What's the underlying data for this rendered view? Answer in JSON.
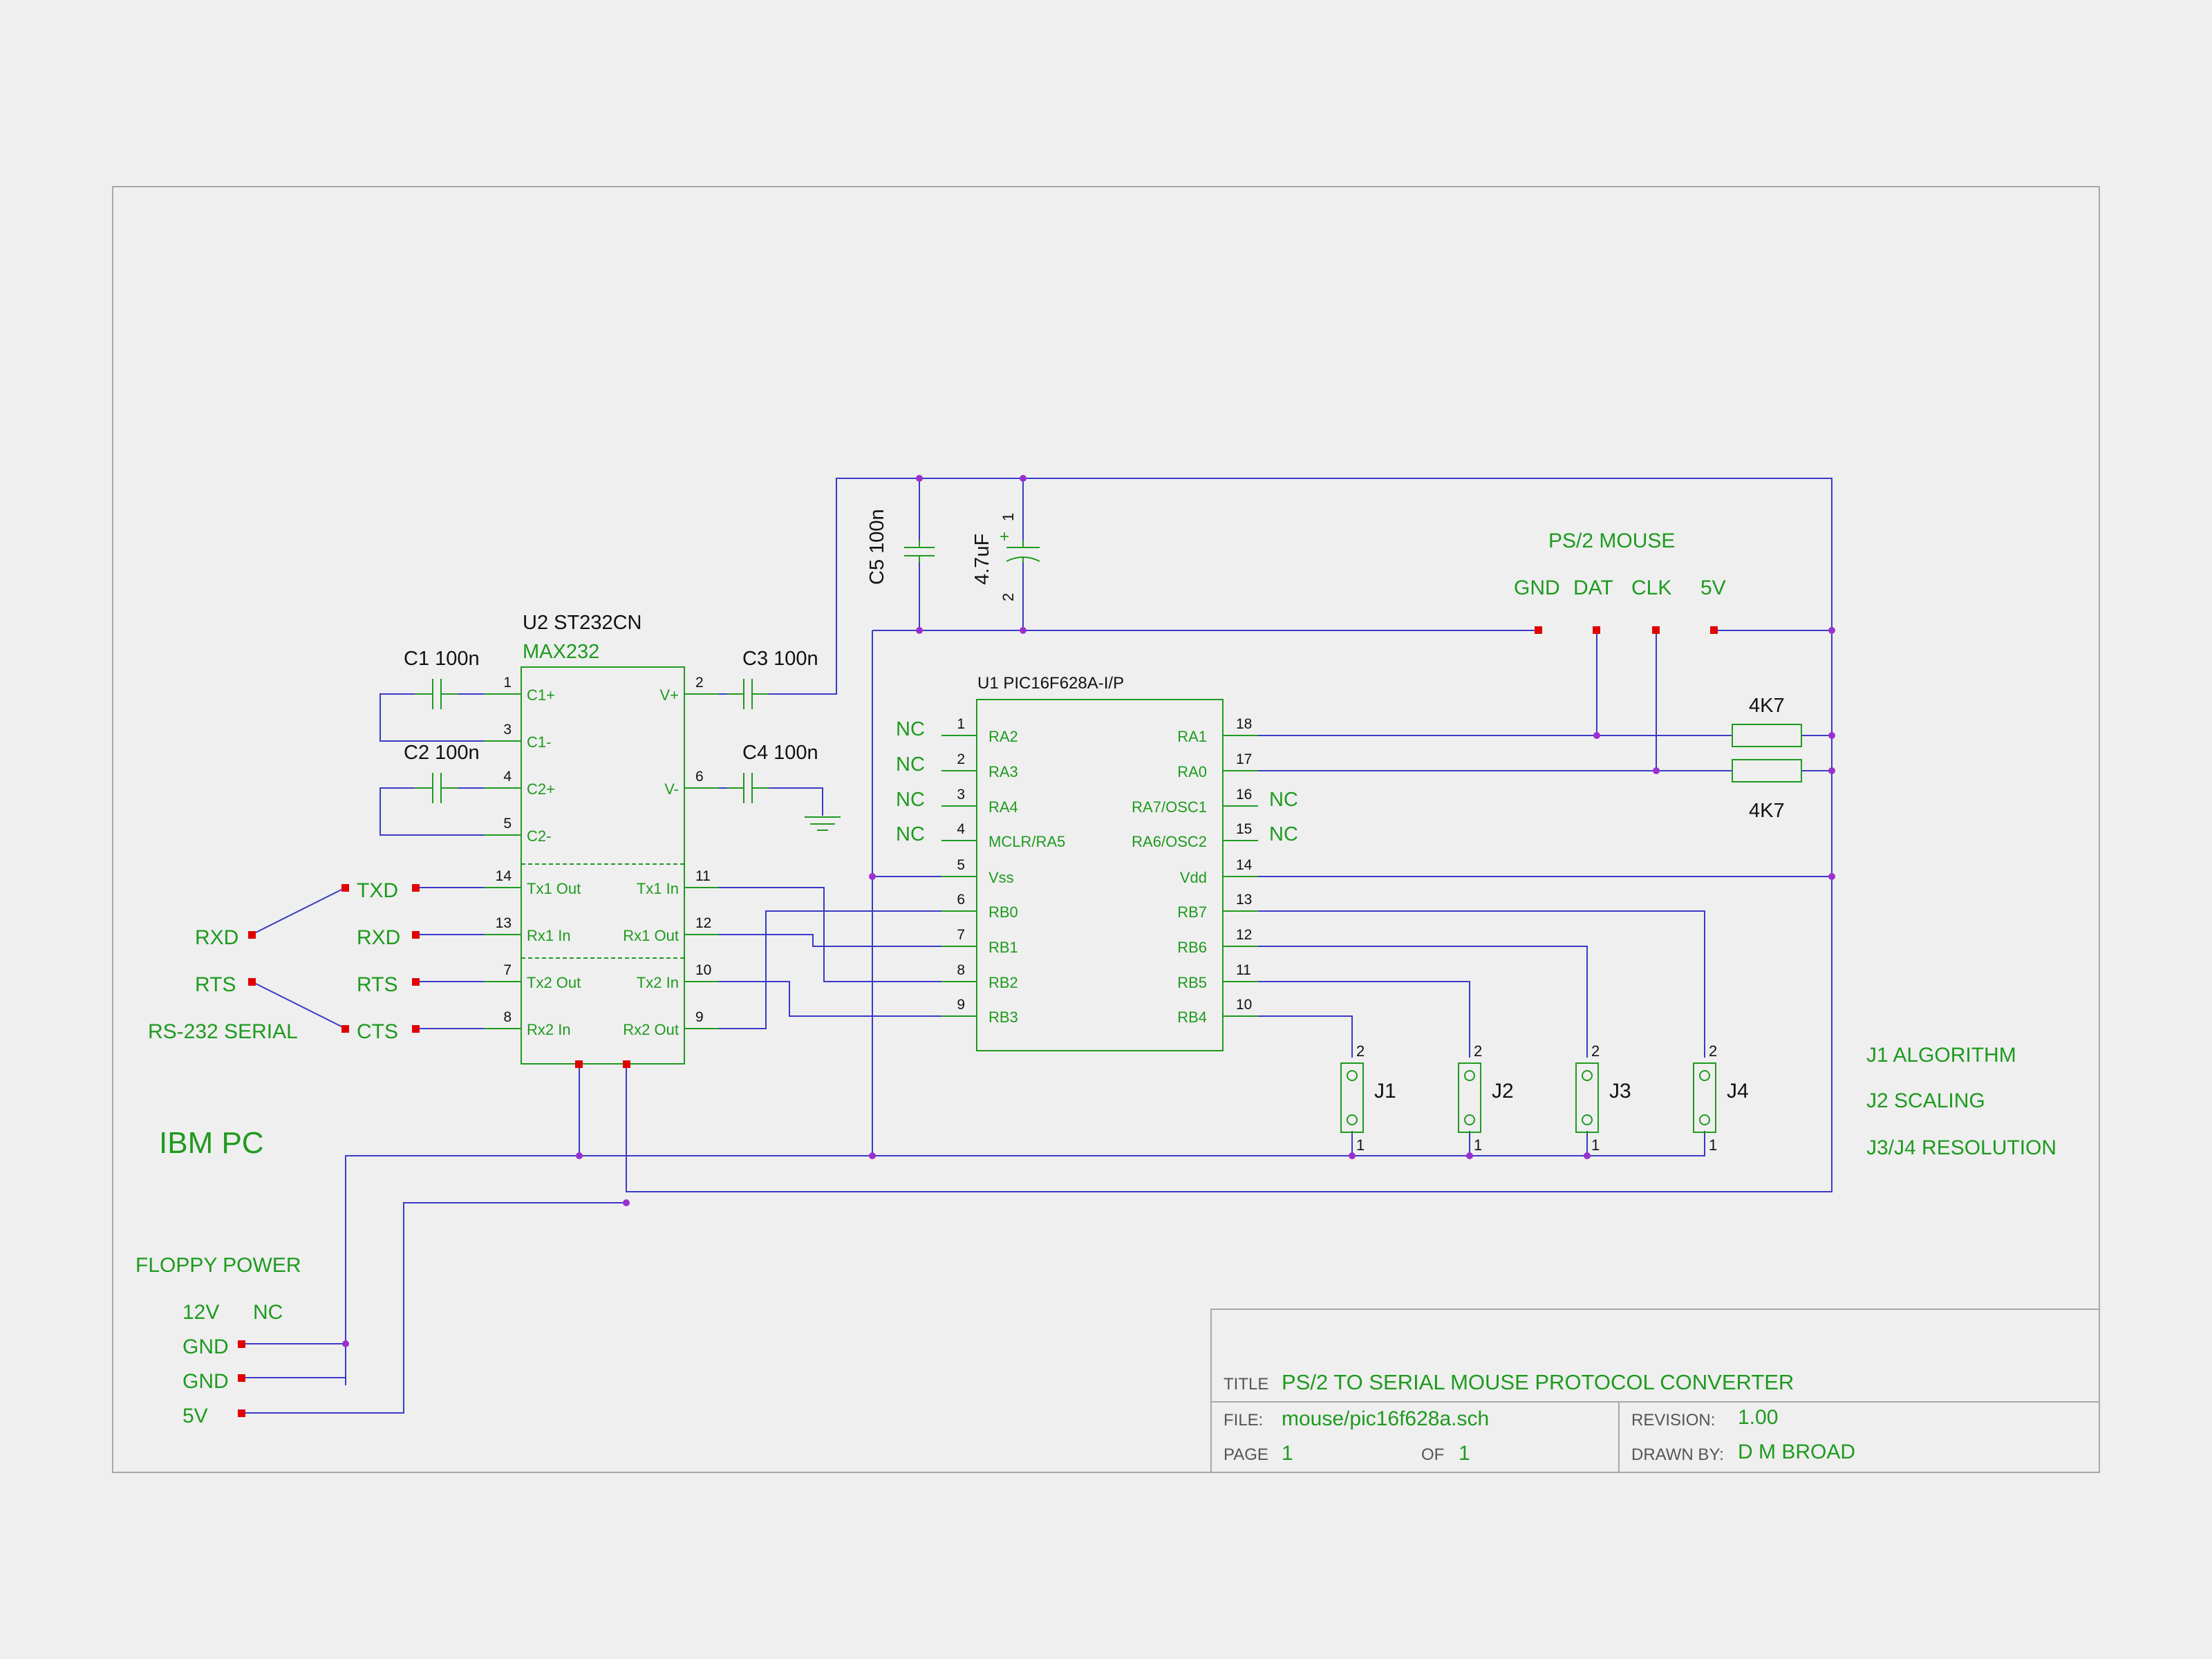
{
  "colors": {
    "background": "#efefef",
    "wire": "#3a3ac8",
    "component": "#1f9a1f",
    "text_green": "#1e9a1e",
    "text_black": "#111111",
    "pin_number": "#111111",
    "connector": "#e00000",
    "junction": "#9b30d0",
    "frame": "#a8a8a8"
  },
  "labels": {
    "u2_ref": "U2 ST232CN",
    "u2_value": "MAX232",
    "u1_ref": "U1 PIC16F628A-I/P",
    "c1": "C1 100n",
    "c2": "C2 100n",
    "c3": "C3 100n",
    "c4": "C4 100n",
    "c5": "C5 100n",
    "c6": "4.7uF",
    "r1": "4K7",
    "r2": "4K7",
    "ps2_title": "PS/2 MOUSE",
    "ps2_gnd": "GND",
    "ps2_dat": "DAT",
    "ps2_clk": "CLK",
    "ps2_5v": "5V",
    "serial_rxd_left": "RXD",
    "serial_rts_left": "RTS",
    "serial_txd": "TXD",
    "serial_rxd": "RXD",
    "serial_rts": "RTS",
    "serial_cts": "CTS",
    "serial_title": "RS-232 SERIAL",
    "ibm_pc": "IBM PC",
    "floppy_title": "FLOPPY POWER",
    "floppy_12v": "12V",
    "floppy_nc": "NC",
    "floppy_gnd1": "GND",
    "floppy_gnd2": "GND",
    "floppy_5v": "5V",
    "nc": "NC",
    "j1": "J1",
    "j2": "J2",
    "j3": "J3",
    "j4": "J4",
    "j_pin_top": "2",
    "j_pin_bottom": "1",
    "note_j1": "J1 ALGORITHM",
    "note_j2": "J2 SCALING",
    "note_j34": "J3/J4 RESOLUTION",
    "cap_plus": "+",
    "cap_pin1": "1",
    "cap_pin2": "2"
  },
  "u2_pins_left": [
    {
      "num": "1",
      "name": "C1+"
    },
    {
      "num": "3",
      "name": "C1-"
    },
    {
      "num": "4",
      "name": "C2+"
    },
    {
      "num": "5",
      "name": "C2-"
    },
    {
      "num": "14",
      "name": "Tx1 Out"
    },
    {
      "num": "13",
      "name": "Rx1 In"
    },
    {
      "num": "7",
      "name": "Tx2 Out"
    },
    {
      "num": "8",
      "name": "Rx2 In"
    }
  ],
  "u2_pins_right": [
    {
      "num": "2",
      "name": "V+"
    },
    {
      "num": "6",
      "name": "V-"
    },
    {
      "num": "11",
      "name": "Tx1 In"
    },
    {
      "num": "12",
      "name": "Rx1 Out"
    },
    {
      "num": "10",
      "name": "Tx2 In"
    },
    {
      "num": "9",
      "name": "Rx2 Out"
    }
  ],
  "u1_pins_left": [
    {
      "num": "1",
      "name": "RA2"
    },
    {
      "num": "2",
      "name": "RA3"
    },
    {
      "num": "3",
      "name": "RA4"
    },
    {
      "num": "4",
      "name": "MCLR/RA5"
    },
    {
      "num": "5",
      "name": "Vss"
    },
    {
      "num": "6",
      "name": "RB0"
    },
    {
      "num": "7",
      "name": "RB1"
    },
    {
      "num": "8",
      "name": "RB2"
    },
    {
      "num": "9",
      "name": "RB3"
    }
  ],
  "u1_pins_right": [
    {
      "num": "18",
      "name": "RA1"
    },
    {
      "num": "17",
      "name": "RA0"
    },
    {
      "num": "16",
      "name": "RA7/OSC1"
    },
    {
      "num": "15",
      "name": "RA6/OSC2"
    },
    {
      "num": "14",
      "name": "Vdd"
    },
    {
      "num": "13",
      "name": "RB7"
    },
    {
      "num": "12",
      "name": "RB6"
    },
    {
      "num": "11",
      "name": "RB5"
    },
    {
      "num": "10",
      "name": "RB4"
    }
  ],
  "title_block": {
    "title_label": "TITLE",
    "title": "PS/2 TO SERIAL MOUSE PROTOCOL CONVERTER",
    "file_label": "FILE:",
    "file": "mouse/pic16f628a.sch",
    "revision_label": "REVISION:",
    "revision": "1.00",
    "page_label": "PAGE",
    "page": "1",
    "of_label": "OF",
    "of": "1",
    "drawn_label": "DRAWN BY:",
    "drawn_by": "D M BROAD"
  }
}
